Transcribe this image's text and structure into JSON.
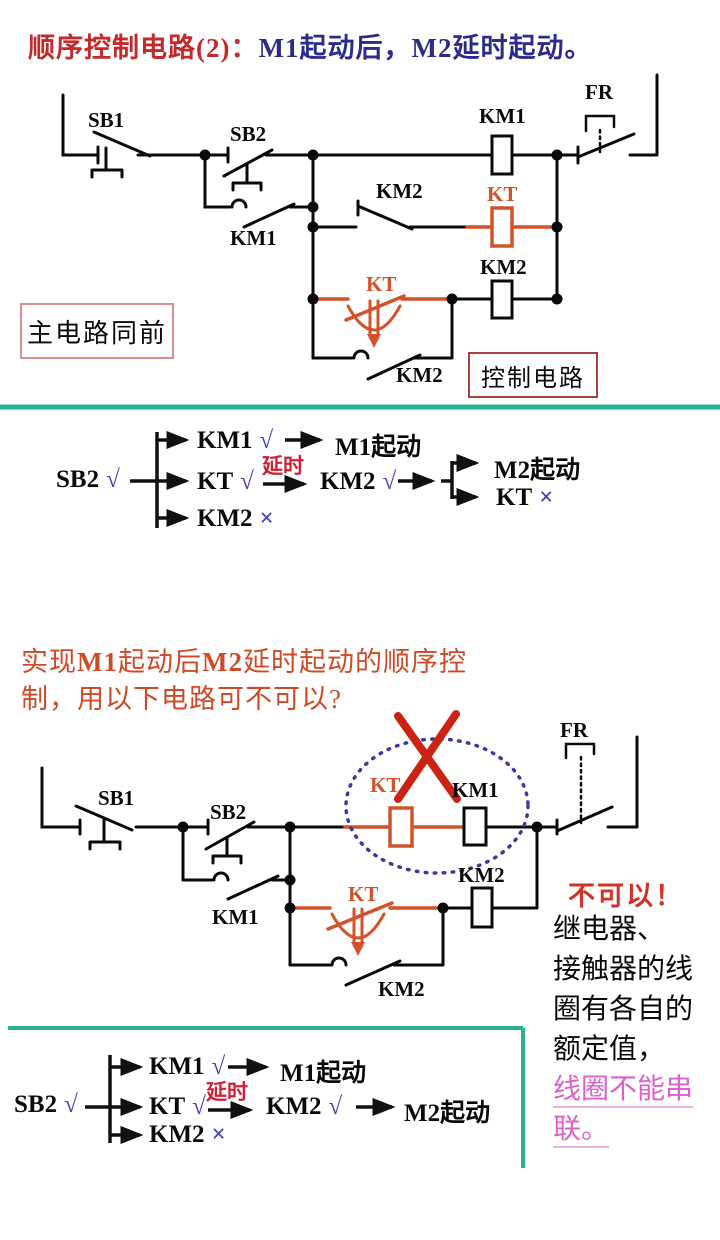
{
  "colors": {
    "accent_orange": "#d2522a",
    "title_red": "#c22b2b",
    "title_navy": "#2b2b8c",
    "divider_green": "#2bb295",
    "mark_blue": "#4343b4",
    "delay_red": "#cb2335",
    "question_red": "#cf4a26",
    "verdict_red": "#d03427",
    "pink": "#dd61c6",
    "ellipse_blue": "#3a3a9e",
    "cross_red": "#cc2214"
  },
  "title": {
    "lead": "顺序控制电路(2)：",
    "rest": "M1起动后，M2延时起动。"
  },
  "circuit1": {
    "sb1": "SB1",
    "sb2": "SB2",
    "km1_aux": "KM1",
    "km1_coil": "KM1",
    "fr": "FR",
    "km2_nc": "KM2",
    "kt_coil": "KT",
    "kt_contact": "KT",
    "km2_coil": "KM2",
    "km2_aux": "KM2",
    "main_note": "主电路同前",
    "control_note": "控制电路"
  },
  "flow1": {
    "sb2": "SB2",
    "sb2_mark": "√",
    "km1": "KM1",
    "km1_mark": "√",
    "m1_result": "M1起动",
    "delay": "延时",
    "kt": "KT",
    "kt_mark": "√",
    "km2": "KM2",
    "km2_mark": "√",
    "km2_off": "KM2",
    "km2_off_mark": "×",
    "m2_result": "M2起动",
    "kt_off": "KT",
    "kt_off_mark": "×"
  },
  "question": {
    "seg1": "实现",
    "m1": "M1",
    "seg2": "起动后",
    "m2": "M2",
    "seg3": "延时起动的顺序控",
    "line2": "制，用以下电路可不可以?"
  },
  "circuit2": {
    "sb1": "SB1",
    "sb2": "SB2",
    "km1_aux": "KM1",
    "kt_coil": "KT",
    "km1_coil": "KM1",
    "fr": "FR",
    "km2_coil": "KM2",
    "kt_contact": "KT",
    "km2_aux": "KM2"
  },
  "verdict": {
    "head": "不可以！",
    "line1": "继电器、",
    "line2": "接触器的线",
    "line3": "圈有各自的",
    "line4": "额定值，",
    "pink1": "线圈不能串",
    "pink2": "联。"
  },
  "flow2": {
    "sb2": "SB2",
    "sb2_mark": "√",
    "km1": "KM1",
    "km1_mark": "√",
    "m1_result": "M1起动",
    "delay": "延时",
    "kt": "KT",
    "kt_mark": "√",
    "km2": "KM2",
    "km2_mark": "√",
    "m2_result": "M2起动",
    "km2_off": "KM2",
    "km2_off_mark": "×"
  }
}
